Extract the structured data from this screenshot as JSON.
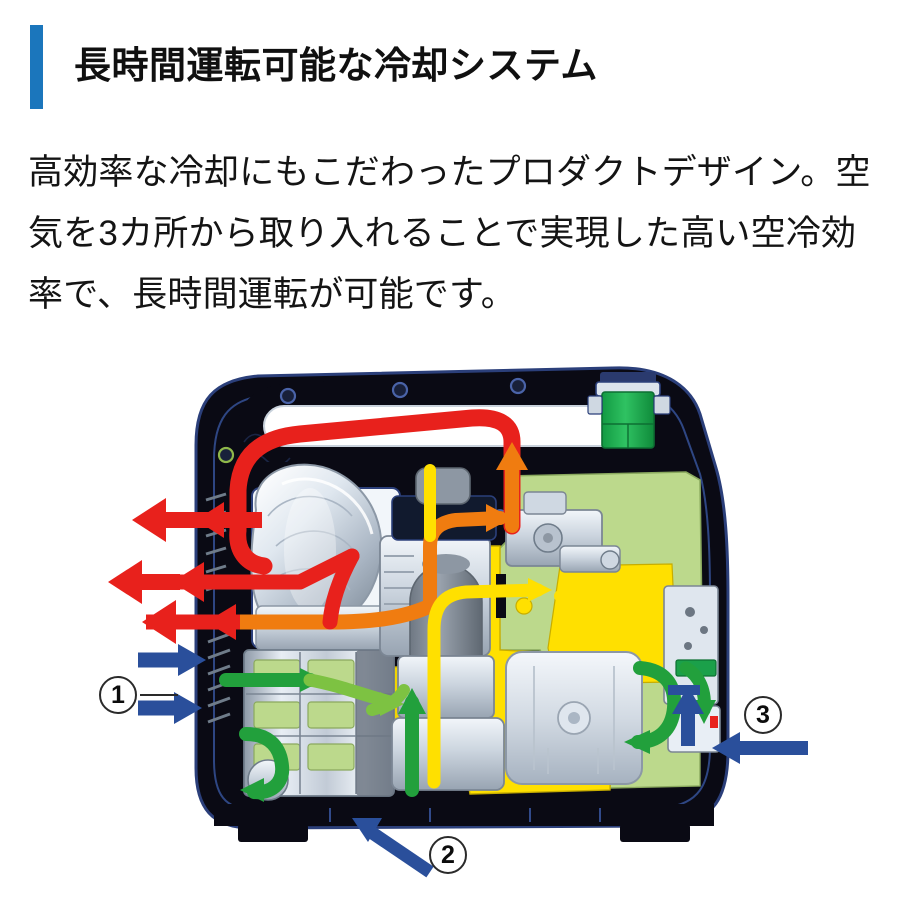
{
  "heading": {
    "title": "長時間運転可能な冷却システム",
    "accent_color": "#1b76bc"
  },
  "body": {
    "paragraph": "高効率な冷却にもこだわったプロダクトデザイン。空気を3カ所から取り入れることで実現した高い空冷効率で、長時間運転が可能です。"
  },
  "figure": {
    "alt": "portable-inverter-generator-cutaway-airflow-diagram",
    "callouts": [
      {
        "id": "1",
        "label": "1"
      },
      {
        "id": "2",
        "label": "2"
      },
      {
        "id": "3",
        "label": "3"
      }
    ],
    "colors": {
      "intake_arrow": "#2a4f9b",
      "exhaust_arrow": "#e8211c",
      "exhaust_arrow_warm": "#f07c10",
      "internal_flow_green": "#22a03c",
      "internal_flow_yellow": "#ffe000",
      "fuel_tank": "#bcd98c",
      "fuel_cap": "#1ba04a",
      "engine_block": "#ffe000",
      "casing": "#0a0a14",
      "metal_light": "#dfe6ee",
      "metal_mid": "#a8b4c2",
      "metal_dark": "#7b8694",
      "outline_blue": "#2b3f7a"
    }
  }
}
